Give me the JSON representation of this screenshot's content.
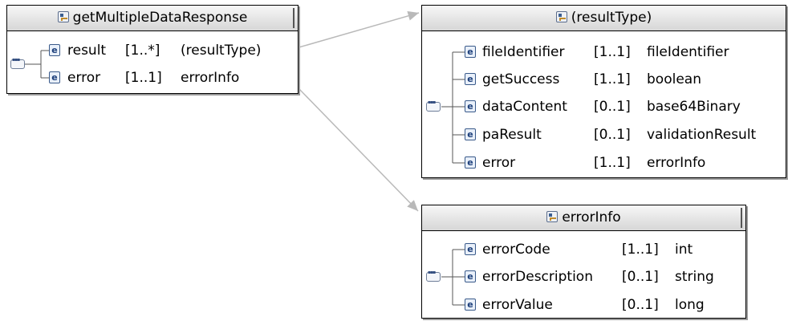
{
  "boxes": {
    "response": {
      "title": "getMultipleDataResponse",
      "rows": [
        {
          "icon": "e",
          "name": "result",
          "card": "[1..*]",
          "type": "(resultType)"
        },
        {
          "icon": "e",
          "name": "error",
          "card": "[1..1]",
          "type": "errorInfo"
        }
      ]
    },
    "resultType": {
      "title": "(resultType)",
      "rows": [
        {
          "icon": "e",
          "name": "fileIdentifier",
          "card": "[1..1]",
          "type": "fileIdentifier"
        },
        {
          "icon": "e",
          "name": "getSuccess",
          "card": "[1..1]",
          "type": "boolean"
        },
        {
          "icon": "e",
          "name": "dataContent",
          "card": "[0..1]",
          "type": "base64Binary"
        },
        {
          "icon": "e",
          "name": "paResult",
          "card": "[0..1]",
          "type": "validationResult"
        },
        {
          "icon": "e",
          "name": "error",
          "card": "[1..1]",
          "type": "errorInfo"
        }
      ]
    },
    "errorInfo": {
      "title": "errorInfo",
      "rows": [
        {
          "icon": "e",
          "name": "errorCode",
          "card": "[1..1]",
          "type": "int"
        },
        {
          "icon": "e",
          "name": "errorDescription",
          "card": "[0..1]",
          "type": "string"
        },
        {
          "icon": "e",
          "name": "errorValue",
          "card": "[0..1]",
          "type": "long"
        }
      ]
    }
  }
}
